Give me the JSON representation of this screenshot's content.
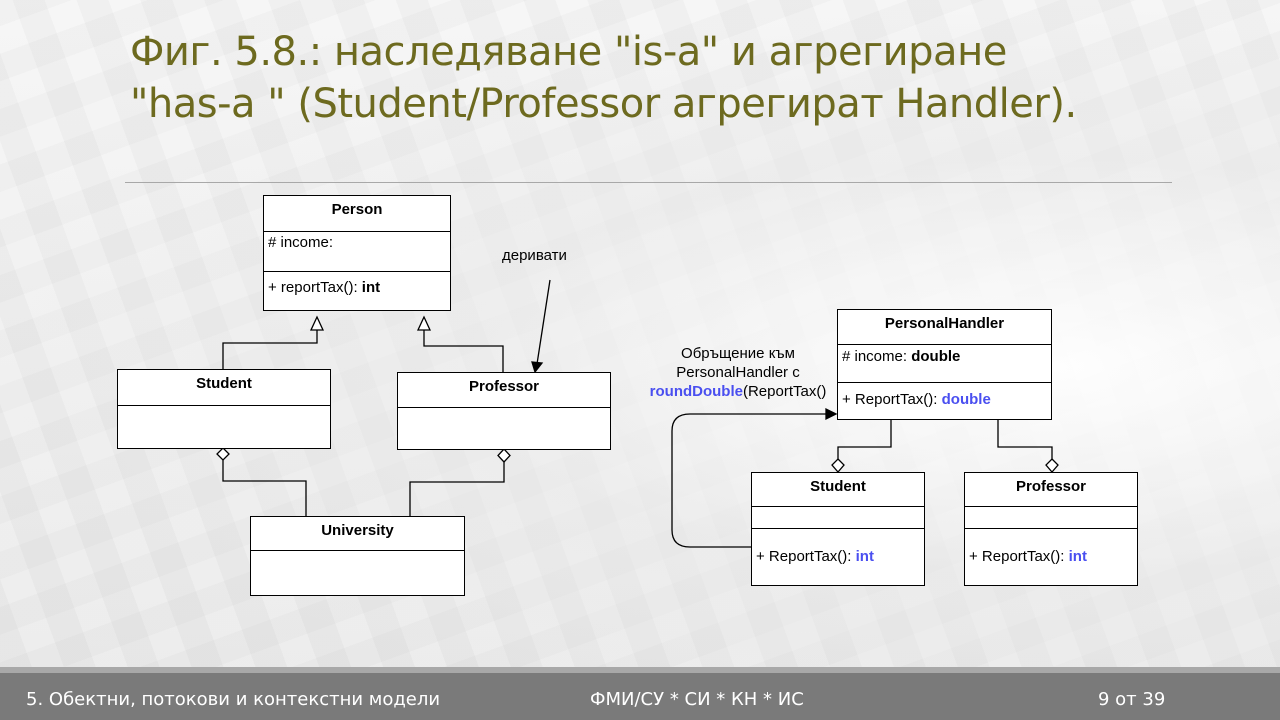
{
  "slide": {
    "title_line1": "Фиг. 5.8.: наследяване \"is-a\" и агрегиране",
    "title_line2": "\"has-a \" (Student/Professor агрегират Handler)."
  },
  "left_diagram": {
    "person": {
      "name": "Person",
      "attr": "# income:",
      "op_prefix": "+ reportTax(): ",
      "op_type": "int"
    },
    "student": {
      "name": "Student"
    },
    "professor": {
      "name": "Professor"
    },
    "university": {
      "name": "University"
    },
    "derivatives_label": "деривати"
  },
  "right_diagram": {
    "handler": {
      "name": "PersonalHandler",
      "attr_prefix": "# income: ",
      "attr_type": "double",
      "op_prefix": "+ ReportTax(): ",
      "op_type": "double"
    },
    "student": {
      "name": "Student",
      "op_prefix": "+ ReportTax(): ",
      "op_type": "int"
    },
    "professor": {
      "name": "Professor",
      "op_prefix": "+ ReportTax(): ",
      "op_type": "int"
    },
    "note_line1": "Обръщение към",
    "note_line2": "PersonalHandler с",
    "note_fn": "roundDouble",
    "note_rest": "(ReportTax()"
  },
  "footer": {
    "course": "5. Обектни, потокови и контекстни модели",
    "org": "ФМИ/СУ  *  СИ  * КН * ИС",
    "page": "9 от 39"
  },
  "colors": {
    "title": "#6d6a1f",
    "accent_blue": "#4a4ff0",
    "footer_bg": "#7a7a7a"
  }
}
